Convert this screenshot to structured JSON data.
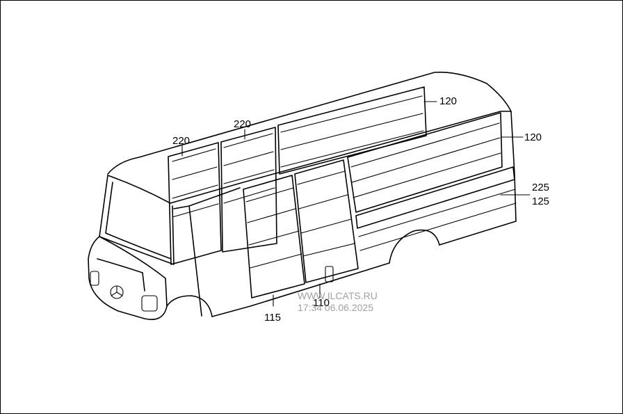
{
  "callouts": {
    "c120_top": "120",
    "c120_side": "120",
    "c220_left": "220",
    "c220_mid": "220",
    "c225": "225",
    "c125": "125",
    "c115": "115",
    "c110": "110"
  },
  "watermark": {
    "site": "WWW.ILCATS.RU",
    "stamp": "17:34 06.06.2025"
  }
}
